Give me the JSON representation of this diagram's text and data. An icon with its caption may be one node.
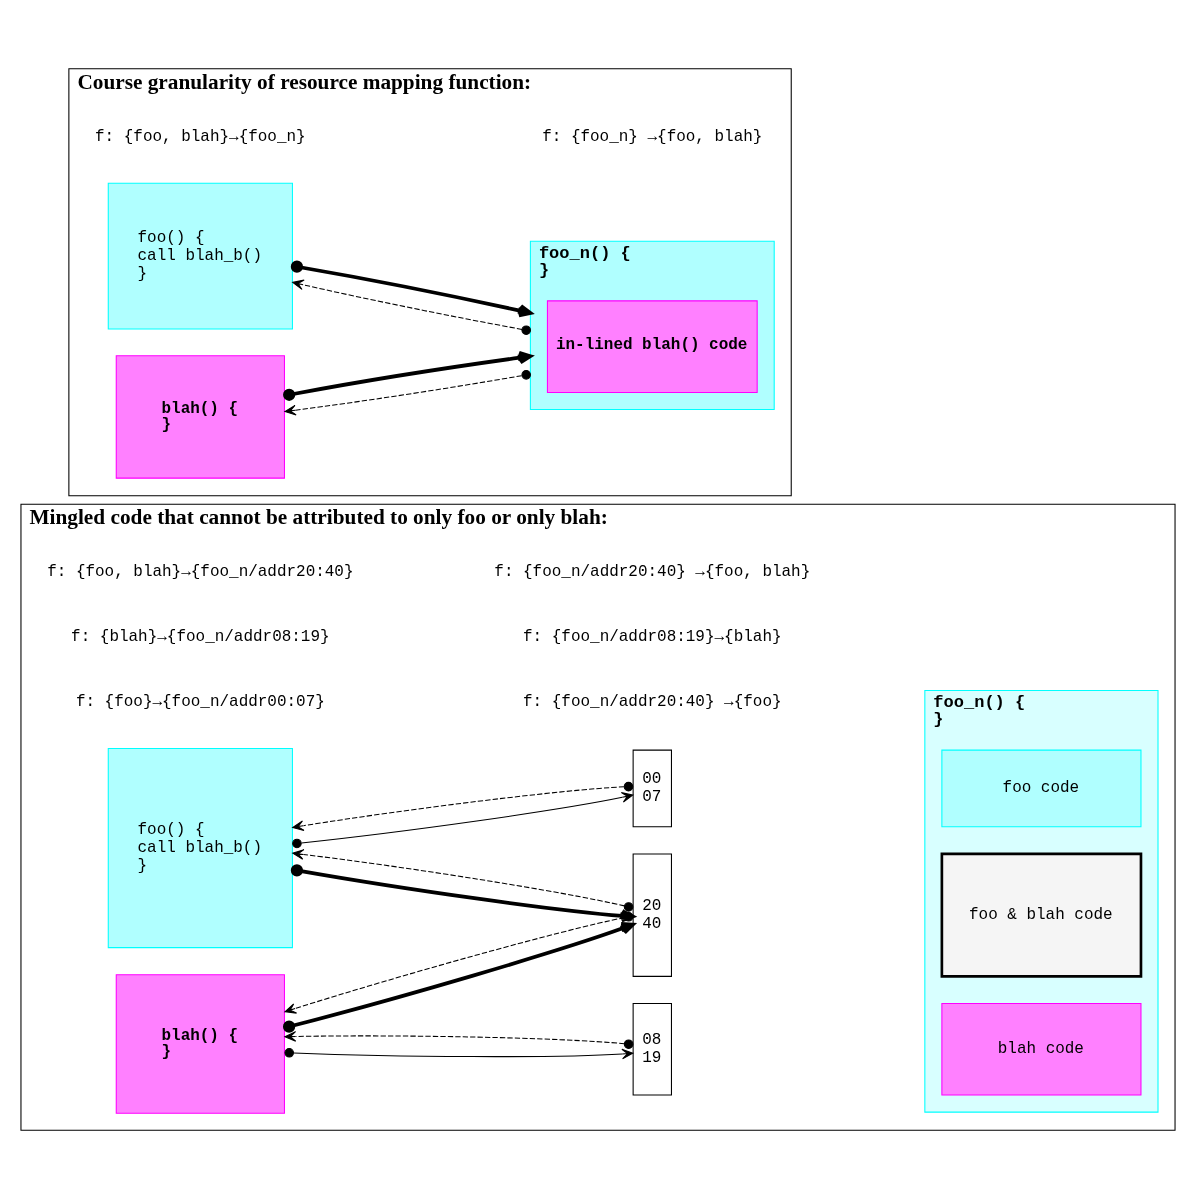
{
  "diagram": {
    "nodes": [
      {
        "text": [
          "Course granularity of resource mapping function:"
        ]
      },
      {
        "text": [
          "foo() {",
          "call blah_b()",
          "}"
        ],
        "in": 0
      },
      {
        "text": [
          "blah() {",
          "}"
        ],
        "in": 0
      },
      {
        "text": [
          "foo_n() {",
          "}"
        ],
        "in": 0
      },
      {
        "text": [
          "in-lined blah() code"
        ],
        "in": 3
      },
      {
        "text": [
          "Mingled code that cannot be attributed to only foo or only blah:"
        ]
      },
      {
        "text": [
          "foo() {",
          "call blah_b()",
          "}"
        ],
        "in": 5
      },
      {
        "text": [
          "blah() {",
          "}"
        ],
        "in": 5
      },
      {
        "text": [
          "foo_n() {",
          "}"
        ],
        "in": 5
      },
      {
        "text": [
          "foo code"
        ],
        "in": 8
      },
      {
        "text": [
          "blah code"
        ],
        "in": 8
      },
      {
        "text": [
          "foo & blah code"
        ],
        "in": 8
      },
      {
        "text": [
          "00",
          "07"
        ],
        "in": 5
      },
      {
        "text": [
          "08",
          "19"
        ],
        "in": 5
      },
      {
        "text": [
          "20",
          "40"
        ],
        "in": 5
      }
    ],
    "edges": [
      {
        "from": 1,
        "to": 3,
        "arrow": "to",
        "style": "thick"
      },
      {
        "from": 3,
        "to": 1,
        "arrow": "to",
        "style": "dashed"
      },
      {
        "from": 2,
        "to": 3,
        "arrow": "to",
        "style": "thick"
      },
      {
        "from": 3,
        "to": 2,
        "arrow": "to",
        "style": "dashed"
      },
      {
        "from": 6,
        "to": 12,
        "arrow": "to"
      },
      {
        "from": 12,
        "to": 6,
        "arrow": "to",
        "style": "dashed"
      },
      {
        "from": 14,
        "to": 6,
        "arrow": "to",
        "style": "dashed"
      },
      {
        "from": 6,
        "to": 14,
        "arrow": "to",
        "style": "thick"
      },
      {
        "from": 7,
        "to": 13,
        "arrow": "to"
      },
      {
        "from": 13,
        "to": 7,
        "arrow": "to",
        "style": "dashed"
      },
      {
        "from": 7,
        "to": 14,
        "arrow": "to",
        "style": "thick"
      },
      {
        "from": 14,
        "to": 7,
        "arrow": "to",
        "style": "dashed"
      }
    ],
    "labels": [
      "f: {foo, blah}→{foo_n}",
      "f: {foo_n} →{foo, blah}",
      "f: {foo, blah}→{foo_n/addr20:40}",
      "f: {foo_n/addr20:40} →{foo, blah}",
      "f: {blah}→{foo_n/addr08:19}",
      "f: {foo_n/addr08:19}→{blah}",
      "f: {foo}→{foo_n/addr00:07}",
      "f: {foo_n/addr20:40} →{foo}"
    ]
  }
}
